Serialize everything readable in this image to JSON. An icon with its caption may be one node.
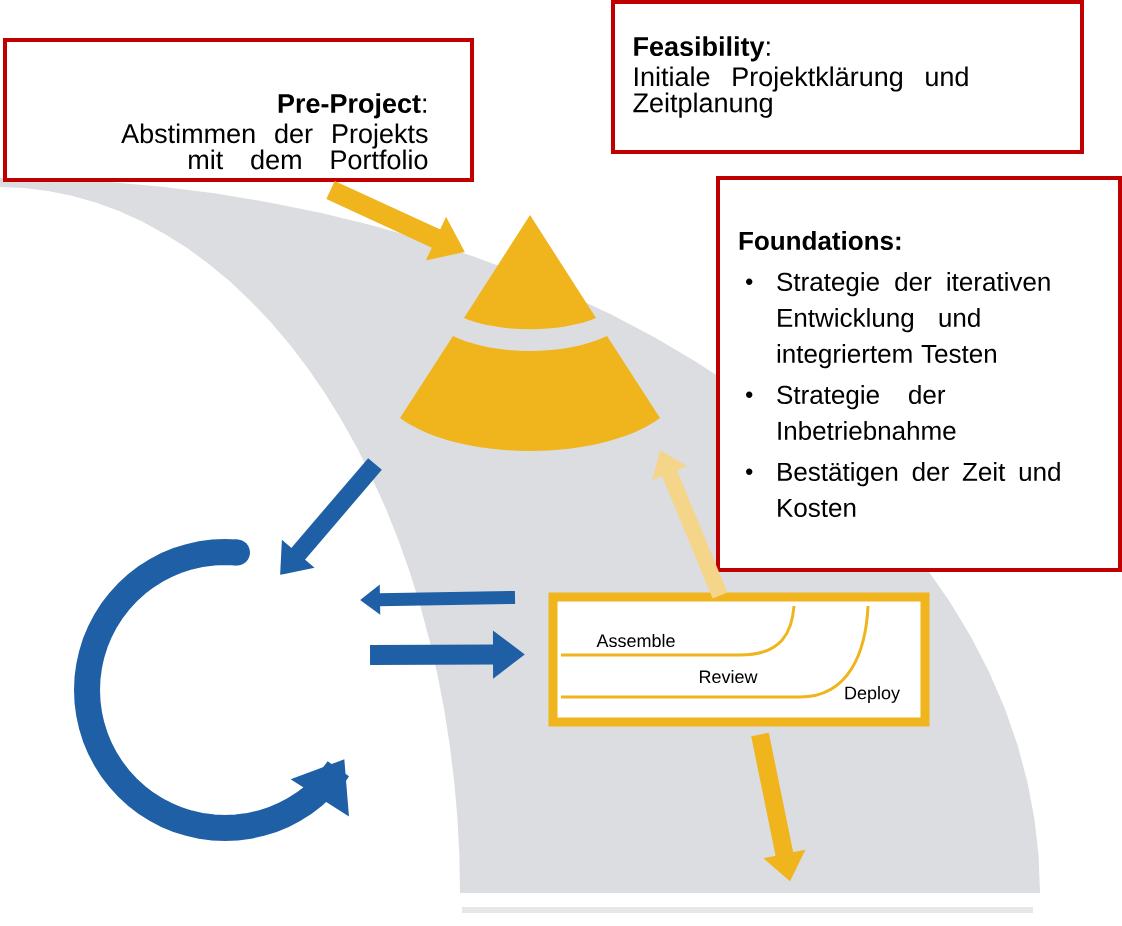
{
  "diagram": {
    "nodes": [
      {
        "text": [
          "**Pre-Project**:",
          "Abstimmen der Projekts mit dem Portfolio"
        ]
      },
      {
        "text": [
          "**Feasibility**:",
          "Initiale Projektklärung und Zeitplanung"
        ]
      },
      {
        "text": [
          "Foundations:",
          "Strategie der iterativen Entwicklung und integriertem Testen",
          "Strategie der Inbetriebnahme",
          "Bestätigen der Zeit und Kosten"
        ]
      },
      {
        "text": [],
        "shape": "triangle"
      },
      {
        "text": [],
        "shape": "circle"
      },
      {
        "text": [
          "Assemble",
          "Review",
          "Deploy"
        ]
      }
    ],
    "edges": [
      {
        "from": 0,
        "to": 3,
        "arrow": "to",
        "color": "#f0b41c"
      },
      {
        "from": 5,
        "to": 3,
        "arrow": "to",
        "color": "#f4d58a"
      },
      {
        "from": 3,
        "to": 4,
        "arrow": "to",
        "color": "#1f5fa6"
      },
      {
        "from": 5,
        "to": 4,
        "arrow": "to",
        "color": "#1f5fa6"
      },
      {
        "from": 4,
        "to": 5,
        "arrow": "to",
        "color": "#1f5fa6"
      },
      {
        "from": 5,
        "to": null,
        "arrow": "to",
        "color": "#f0b41c"
      }
    ]
  }
}
